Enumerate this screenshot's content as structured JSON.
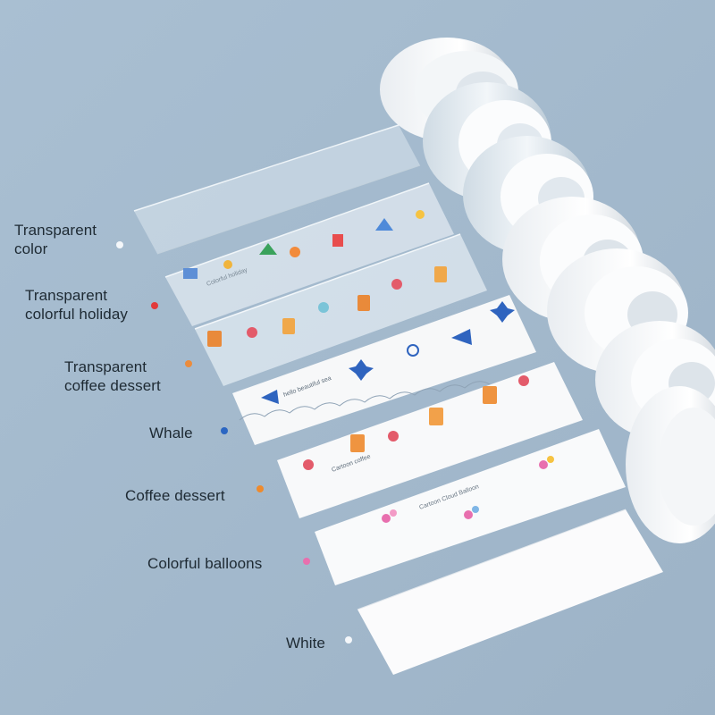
{
  "variants": [
    {
      "lines": [
        "Transparent",
        "color"
      ],
      "dot_color": "#f4f7fa"
    },
    {
      "lines": [
        "Transparent",
        "colorful holiday"
      ],
      "dot_color": "#e23a3a"
    },
    {
      "lines": [
        "Transparent",
        "coffee dessert"
      ],
      "dot_color": "#ec8c3c"
    },
    {
      "lines": [
        "Whale"
      ],
      "dot_color": "#2b66c2"
    },
    {
      "lines": [
        "Coffee dessert"
      ],
      "dot_color": "#ee8a2c"
    },
    {
      "lines": [
        "Colorful balloons"
      ],
      "dot_color": "#e86fae"
    },
    {
      "lines": [
        "White"
      ],
      "dot_color": "#f4f7fa"
    }
  ],
  "tape_prints": {
    "holiday": "Colorful holiday",
    "whale": "hello beautiful sea",
    "coffee": "Cartoon coffee",
    "balloons": "Cartoon Cloud Balloon"
  },
  "colors": {
    "background": "#a3b9cd",
    "tape_white": "#f7f8f9",
    "tape_clear": "#dfe8ef",
    "label_text": "#1e2a33"
  }
}
